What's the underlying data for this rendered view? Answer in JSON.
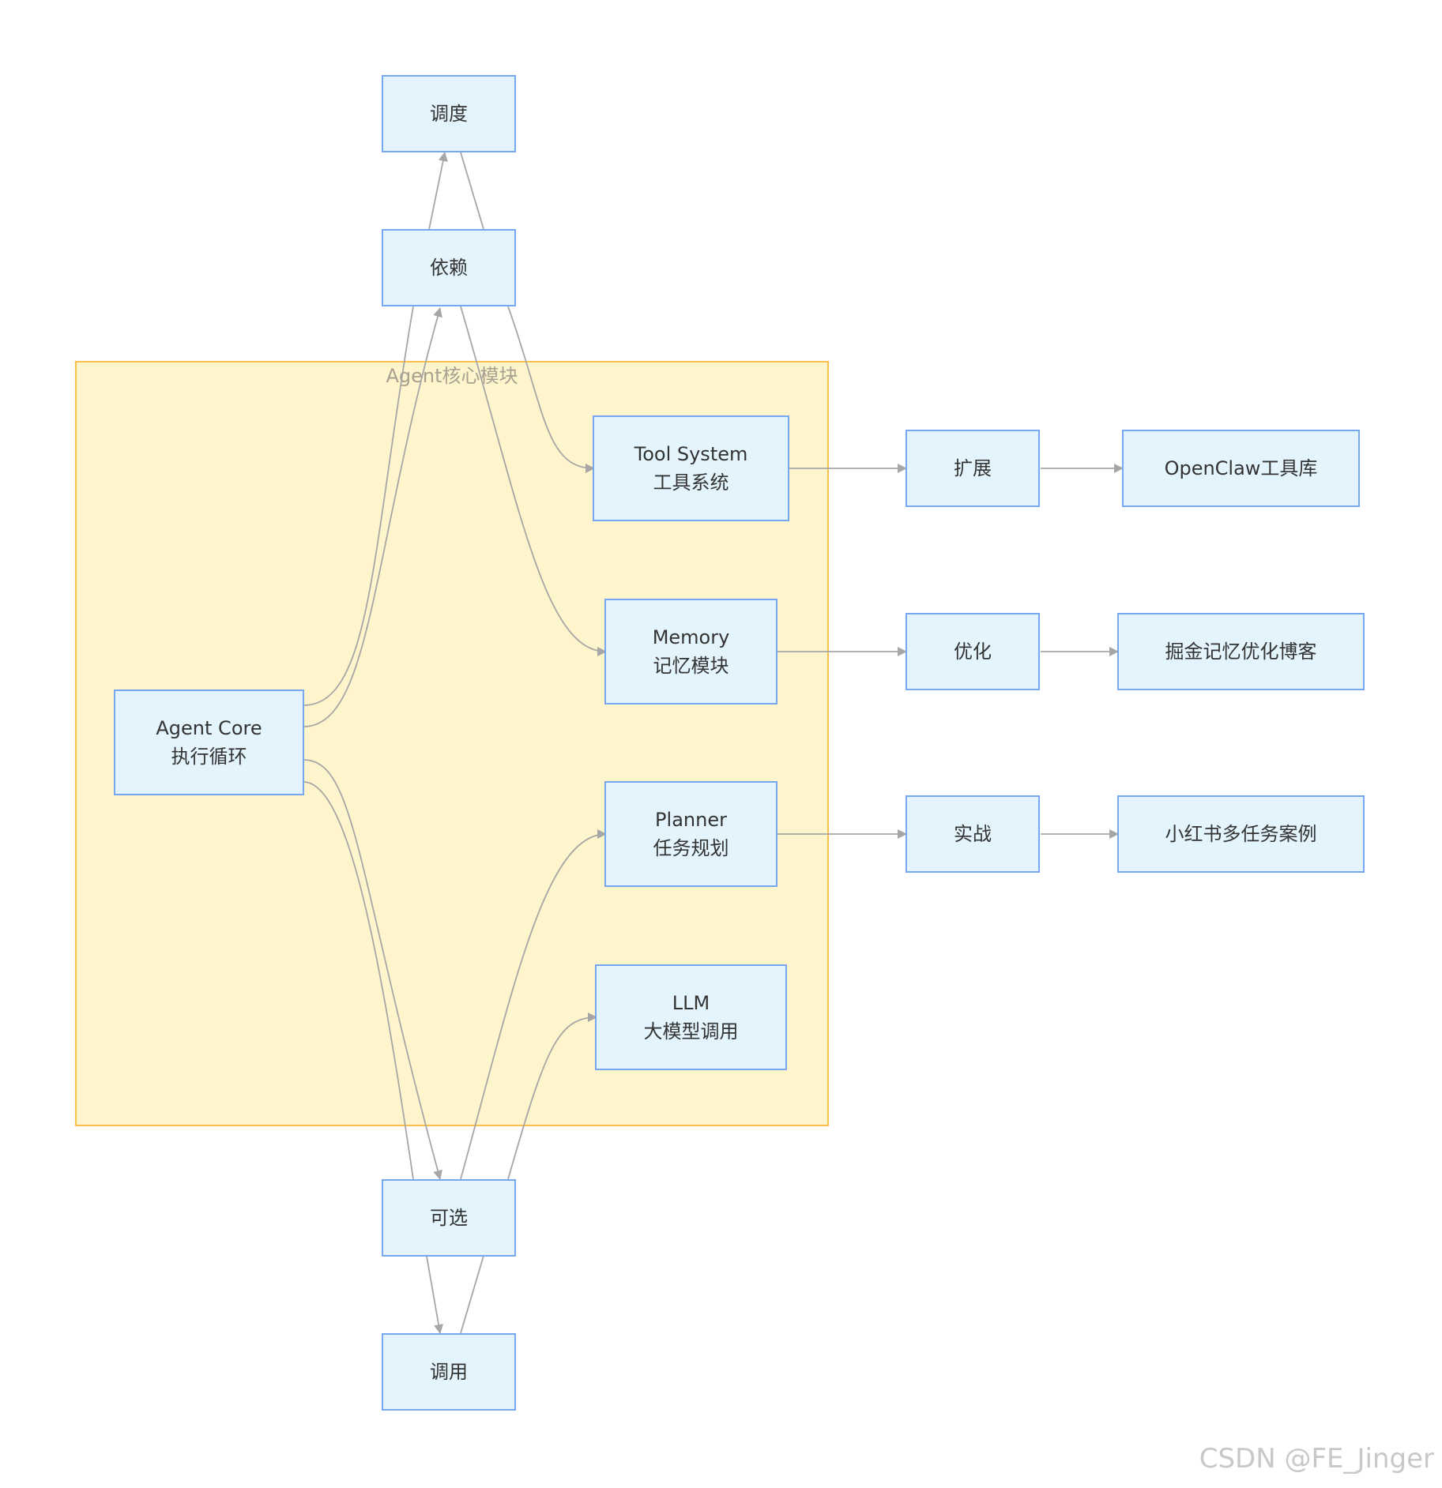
{
  "cluster": {
    "label": "Agent核心模块"
  },
  "nodes": {
    "dispatch": {
      "lines": [
        "调度"
      ]
    },
    "depend": {
      "lines": [
        "依赖"
      ]
    },
    "optional": {
      "lines": [
        "可选"
      ]
    },
    "invoke": {
      "lines": [
        "调用"
      ]
    },
    "agent_core": {
      "lines": [
        "Agent Core",
        "执行循环"
      ]
    },
    "tool_system": {
      "lines": [
        "Tool System",
        "工具系统"
      ]
    },
    "memory": {
      "lines": [
        "Memory",
        "记忆模块"
      ]
    },
    "planner": {
      "lines": [
        "Planner",
        "任务规划"
      ]
    },
    "llm": {
      "lines": [
        "LLM",
        "大模型调用"
      ]
    },
    "extend": {
      "lines": [
        "扩展"
      ]
    },
    "optimize": {
      "lines": [
        "优化"
      ]
    },
    "practice": {
      "lines": [
        "实战"
      ]
    },
    "openclaw": {
      "lines": [
        "OpenClaw工具库"
      ]
    },
    "juejin": {
      "lines": [
        "掘金记忆优化博客"
      ]
    },
    "xiaohongshu": {
      "lines": [
        "小红书多任务案例"
      ]
    }
  },
  "edges": [
    {
      "from": "agent_core",
      "to": "dispatch",
      "via": "depend"
    },
    {
      "from": "agent_core",
      "to": "depend"
    },
    {
      "from": "dispatch",
      "to": "tool_system",
      "via": "depend"
    },
    {
      "from": "depend",
      "to": "memory"
    },
    {
      "from": "agent_core",
      "to": "optional"
    },
    {
      "from": "agent_core",
      "to": "invoke",
      "via": "optional"
    },
    {
      "from": "optional",
      "to": "planner"
    },
    {
      "from": "invoke",
      "to": "llm",
      "via": "optional"
    },
    {
      "from": "tool_system",
      "to": "extend"
    },
    {
      "from": "extend",
      "to": "openclaw"
    },
    {
      "from": "memory",
      "to": "optimize"
    },
    {
      "from": "optimize",
      "to": "juejin"
    },
    {
      "from": "planner",
      "to": "practice"
    },
    {
      "from": "practice",
      "to": "xiaohongshu"
    }
  ],
  "watermark": "CSDN @FE_Jinger"
}
